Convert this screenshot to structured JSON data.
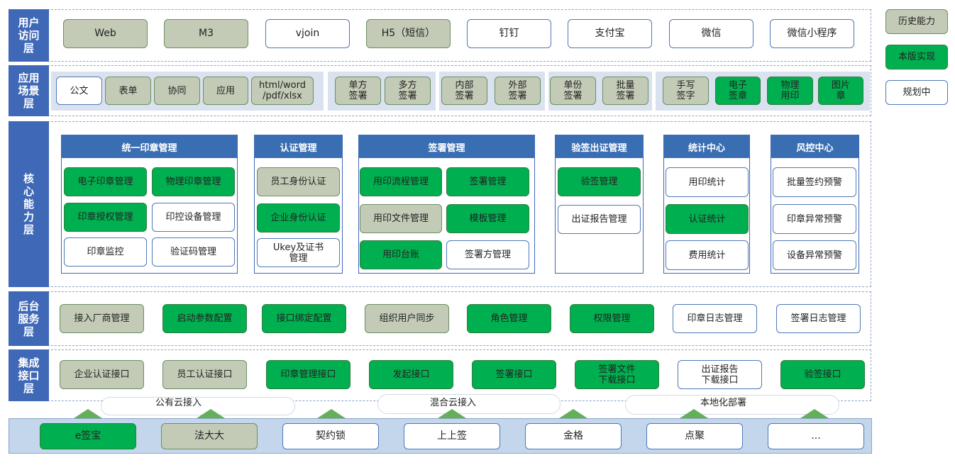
{
  "legend": {
    "historical": "历史能力",
    "implemented": "本版实现",
    "planned": "规划中"
  },
  "colors": {
    "historical": "#c3cbb6",
    "implemented": "#00b050",
    "planned": "#ffffff",
    "layer_title": "#3f68b6",
    "panel_header": "#3a6eb3"
  },
  "layers": {
    "access": {
      "title": "用户\n访问\n层",
      "items": [
        {
          "label": "Web",
          "status": "historical"
        },
        {
          "label": "M3",
          "status": "historical"
        },
        {
          "label": "vjoin",
          "status": "planned"
        },
        {
          "label": "H5（短信）",
          "status": "historical"
        },
        {
          "label": "钉钉",
          "status": "planned"
        },
        {
          "label": "支付宝",
          "status": "planned"
        },
        {
          "label": "微信",
          "status": "planned"
        },
        {
          "label": "微信小程序",
          "status": "planned"
        }
      ]
    },
    "scenario": {
      "title": "应用\n场景\n层",
      "groups": [
        {
          "items": [
            {
              "label": "公文",
              "status": "planned"
            },
            {
              "label": "表单",
              "status": "historical"
            },
            {
              "label": "协同",
              "status": "historical"
            },
            {
              "label": "应用",
              "status": "historical"
            },
            {
              "label": "html/word\n/pdf/xlsx",
              "status": "historical"
            }
          ]
        },
        {
          "items": [
            {
              "label": "单方\n签署",
              "status": "historical"
            },
            {
              "label": "多方\n签署",
              "status": "historical"
            }
          ]
        },
        {
          "items": [
            {
              "label": "内部\n签署",
              "status": "historical"
            },
            {
              "label": "外部\n签署",
              "status": "historical"
            }
          ]
        },
        {
          "items": [
            {
              "label": "单份\n签署",
              "status": "historical"
            },
            {
              "label": "批量\n签署",
              "status": "historical"
            }
          ]
        },
        {
          "items": [
            {
              "label": "手写\n签字",
              "status": "historical"
            },
            {
              "label": "电子\n签章",
              "status": "implemented"
            },
            {
              "label": "物理\n用印",
              "status": "implemented"
            },
            {
              "label": "图片\n章",
              "status": "implemented"
            }
          ]
        }
      ]
    },
    "core": {
      "title": "核\n心\n能\n力\n层",
      "panels": [
        {
          "title": "统一印章管理",
          "items": [
            {
              "label": "电子印章管理",
              "status": "implemented"
            },
            {
              "label": "物理印章管理",
              "status": "implemented"
            },
            {
              "label": "印章授权管理",
              "status": "implemented"
            },
            {
              "label": "印控设备管理",
              "status": "planned"
            },
            {
              "label": "印章监控",
              "status": "planned"
            },
            {
              "label": "验证码管理",
              "status": "planned"
            }
          ]
        },
        {
          "title": "认证管理",
          "items": [
            {
              "label": "员工身份认证",
              "status": "historical"
            },
            {
              "label": "企业身份认证",
              "status": "implemented"
            },
            {
              "label": "Ukey及证书\n管理",
              "status": "planned"
            }
          ]
        },
        {
          "title": "签署管理",
          "items": [
            {
              "label": "用印流程管理",
              "status": "implemented"
            },
            {
              "label": "签署管理",
              "status": "implemented"
            },
            {
              "label": "用印文件管理",
              "status": "historical"
            },
            {
              "label": "模板管理",
              "status": "implemented"
            },
            {
              "label": "用印台账",
              "status": "implemented"
            },
            {
              "label": "签署方管理",
              "status": "planned"
            }
          ]
        },
        {
          "title": "验签出证管理",
          "items": [
            {
              "label": "验签管理",
              "status": "implemented"
            },
            {
              "label": "出证报告管理",
              "status": "planned"
            }
          ]
        },
        {
          "title": "统计中心",
          "items": [
            {
              "label": "用印统计",
              "status": "planned"
            },
            {
              "label": "认证统计",
              "status": "implemented"
            },
            {
              "label": "费用统计",
              "status": "planned"
            }
          ]
        },
        {
          "title": "风控中心",
          "items": [
            {
              "label": "批量签约预警",
              "status": "planned"
            },
            {
              "label": "印章异常预警",
              "status": "planned"
            },
            {
              "label": "设备异常预警",
              "status": "planned"
            }
          ]
        }
      ]
    },
    "backend": {
      "title": "后台\n服务\n层",
      "items": [
        {
          "label": "接入厂商管理",
          "status": "historical"
        },
        {
          "label": "启动参数配置",
          "status": "implemented"
        },
        {
          "label": "接口绑定配置",
          "status": "implemented"
        },
        {
          "label": "组织用户同步",
          "status": "historical"
        },
        {
          "label": "角色管理",
          "status": "implemented"
        },
        {
          "label": "权限管理",
          "status": "implemented"
        },
        {
          "label": "印章日志管理",
          "status": "planned"
        },
        {
          "label": "签署日志管理",
          "status": "planned"
        }
      ]
    },
    "integration": {
      "title": "集成\n接口\n层",
      "items": [
        {
          "label": "企业认证接口",
          "status": "historical"
        },
        {
          "label": "员工认证接口",
          "status": "historical"
        },
        {
          "label": "印章管理接口",
          "status": "implemented"
        },
        {
          "label": "发起接口",
          "status": "implemented"
        },
        {
          "label": "签署接口",
          "status": "implemented"
        },
        {
          "label": "签署文件\n下载接口",
          "status": "implemented"
        },
        {
          "label": "出证报告\n下载接口",
          "status": "planned"
        },
        {
          "label": "验签接口",
          "status": "implemented"
        }
      ]
    }
  },
  "deployment": [
    "公有云接入",
    "混合云接入",
    "本地化部署"
  ],
  "vendors": [
    {
      "label": "e签宝",
      "status": "implemented"
    },
    {
      "label": "法大大",
      "status": "historical"
    },
    {
      "label": "契约锁",
      "status": "planned"
    },
    {
      "label": "上上签",
      "status": "planned"
    },
    {
      "label": "金格",
      "status": "planned"
    },
    {
      "label": "点聚",
      "status": "planned"
    },
    {
      "label": "...",
      "status": "planned"
    }
  ]
}
